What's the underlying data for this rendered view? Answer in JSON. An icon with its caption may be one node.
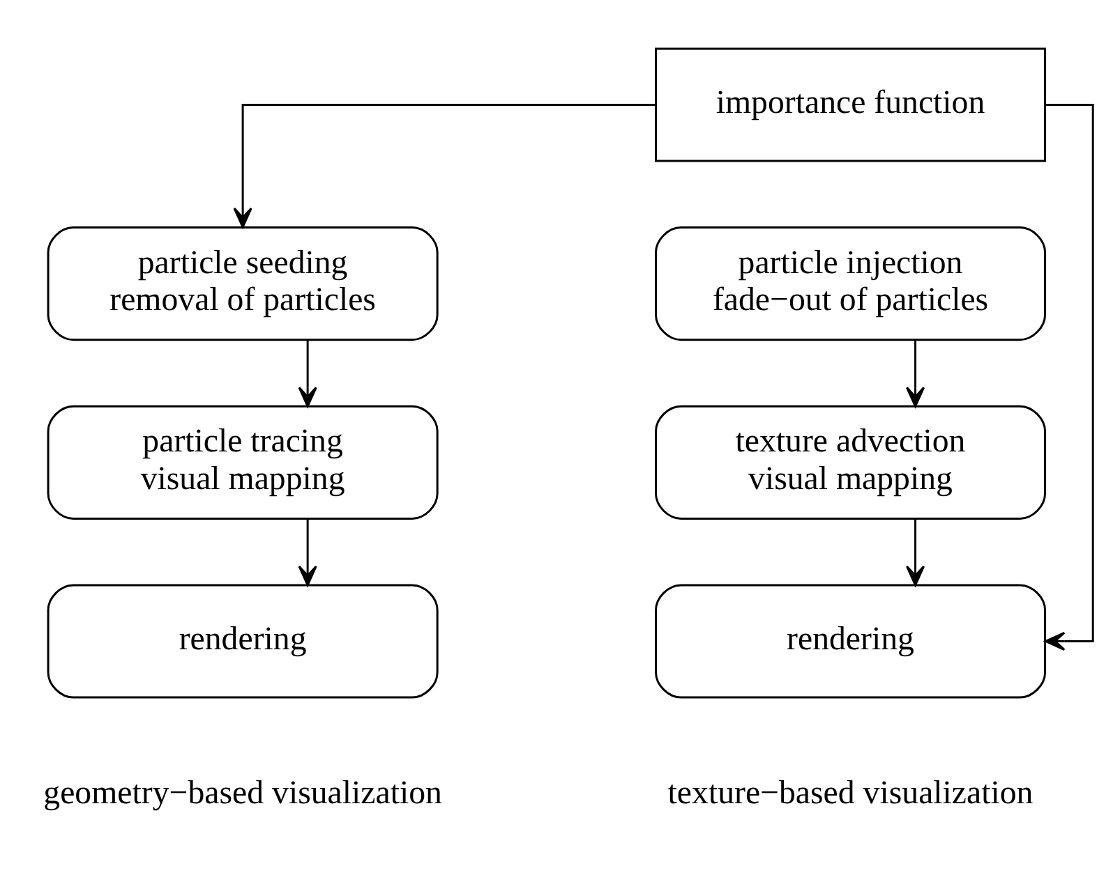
{
  "diagram": {
    "nodes": [
      {
        "text": [
          "importance function"
        ]
      },
      {
        "text": [
          "particle seeding",
          "removal of particles"
        ]
      },
      {
        "text": [
          "particle tracing",
          "visual mapping"
        ]
      },
      {
        "text": [
          "rendering"
        ]
      },
      {
        "text": [
          "particle injection",
          "fade−out of particles"
        ]
      },
      {
        "text": [
          "texture advection",
          "visual mapping"
        ]
      },
      {
        "text": [
          "rendering"
        ]
      }
    ],
    "edges": [
      {
        "from": 0,
        "to": 1,
        "arrow": "to"
      },
      {
        "from": 1,
        "to": 2,
        "arrow": "to"
      },
      {
        "from": 2,
        "to": 3,
        "arrow": "to"
      },
      {
        "from": 0,
        "to": 6,
        "arrow": "to"
      },
      {
        "from": 4,
        "to": 5,
        "arrow": "to"
      },
      {
        "from": 5,
        "to": 6,
        "arrow": "to"
      }
    ],
    "labels": [
      "geometry−based visualization",
      "texture−based visualization"
    ]
  }
}
